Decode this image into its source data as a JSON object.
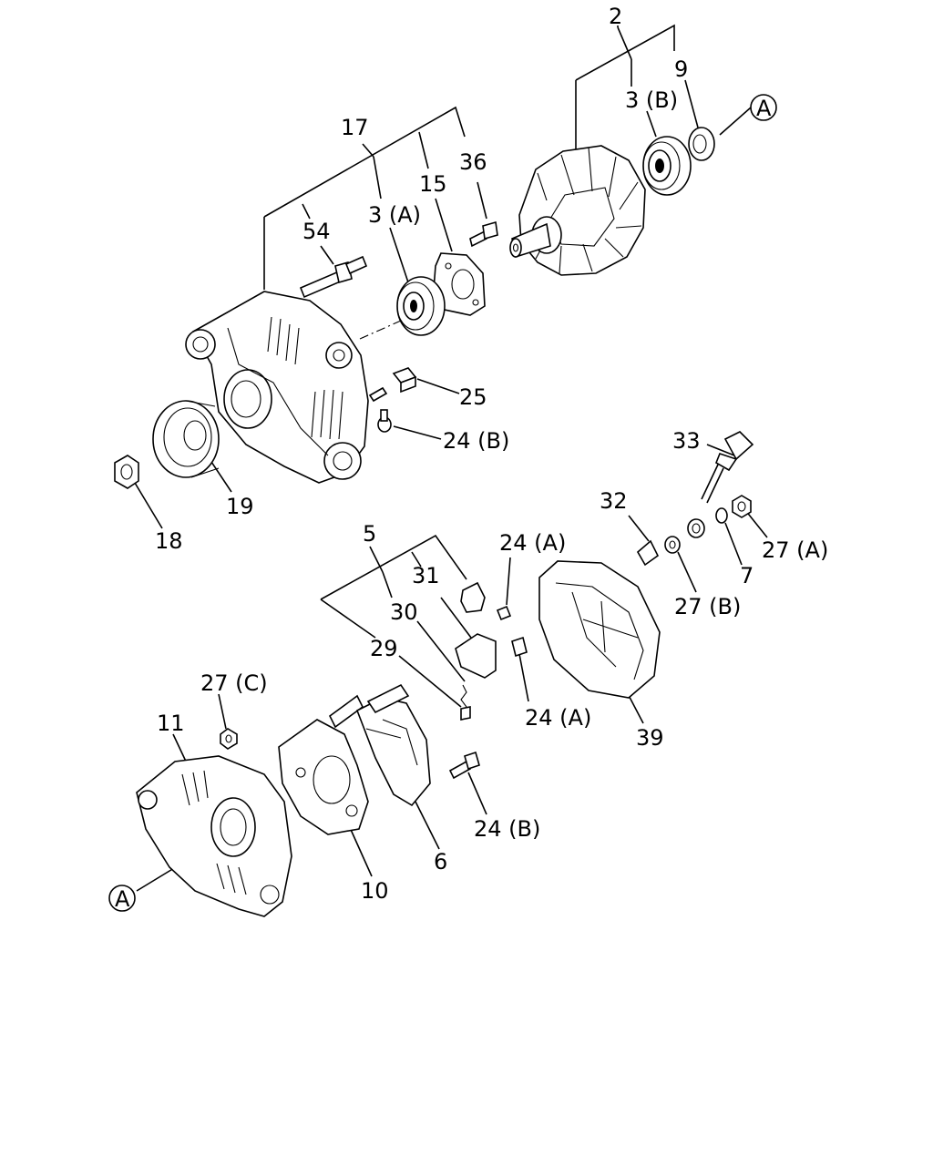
{
  "callouts": {
    "p2": "2",
    "p9": "9",
    "p3b": "3 (B)",
    "circleA_top": "A",
    "p17": "17",
    "p36": "36",
    "p15": "15",
    "p3a": "3 (A)",
    "p54": "54",
    "p25": "25",
    "p24b_top": "24 (B)",
    "p18": "18",
    "p19": "19",
    "p33": "33",
    "p32": "32",
    "p5": "5",
    "p24a_1": "24 (A)",
    "p31": "31",
    "p30": "30",
    "p29": "29",
    "p27a": "27 (A)",
    "p7": "7",
    "p27b": "27 (B)",
    "p24a_2": "24 (A)",
    "p39": "39",
    "p27c": "27 (C)",
    "p11": "11",
    "p24b_bottom": "24 (B)",
    "p6": "6",
    "p10": "10",
    "circleA_bottom": "A"
  }
}
